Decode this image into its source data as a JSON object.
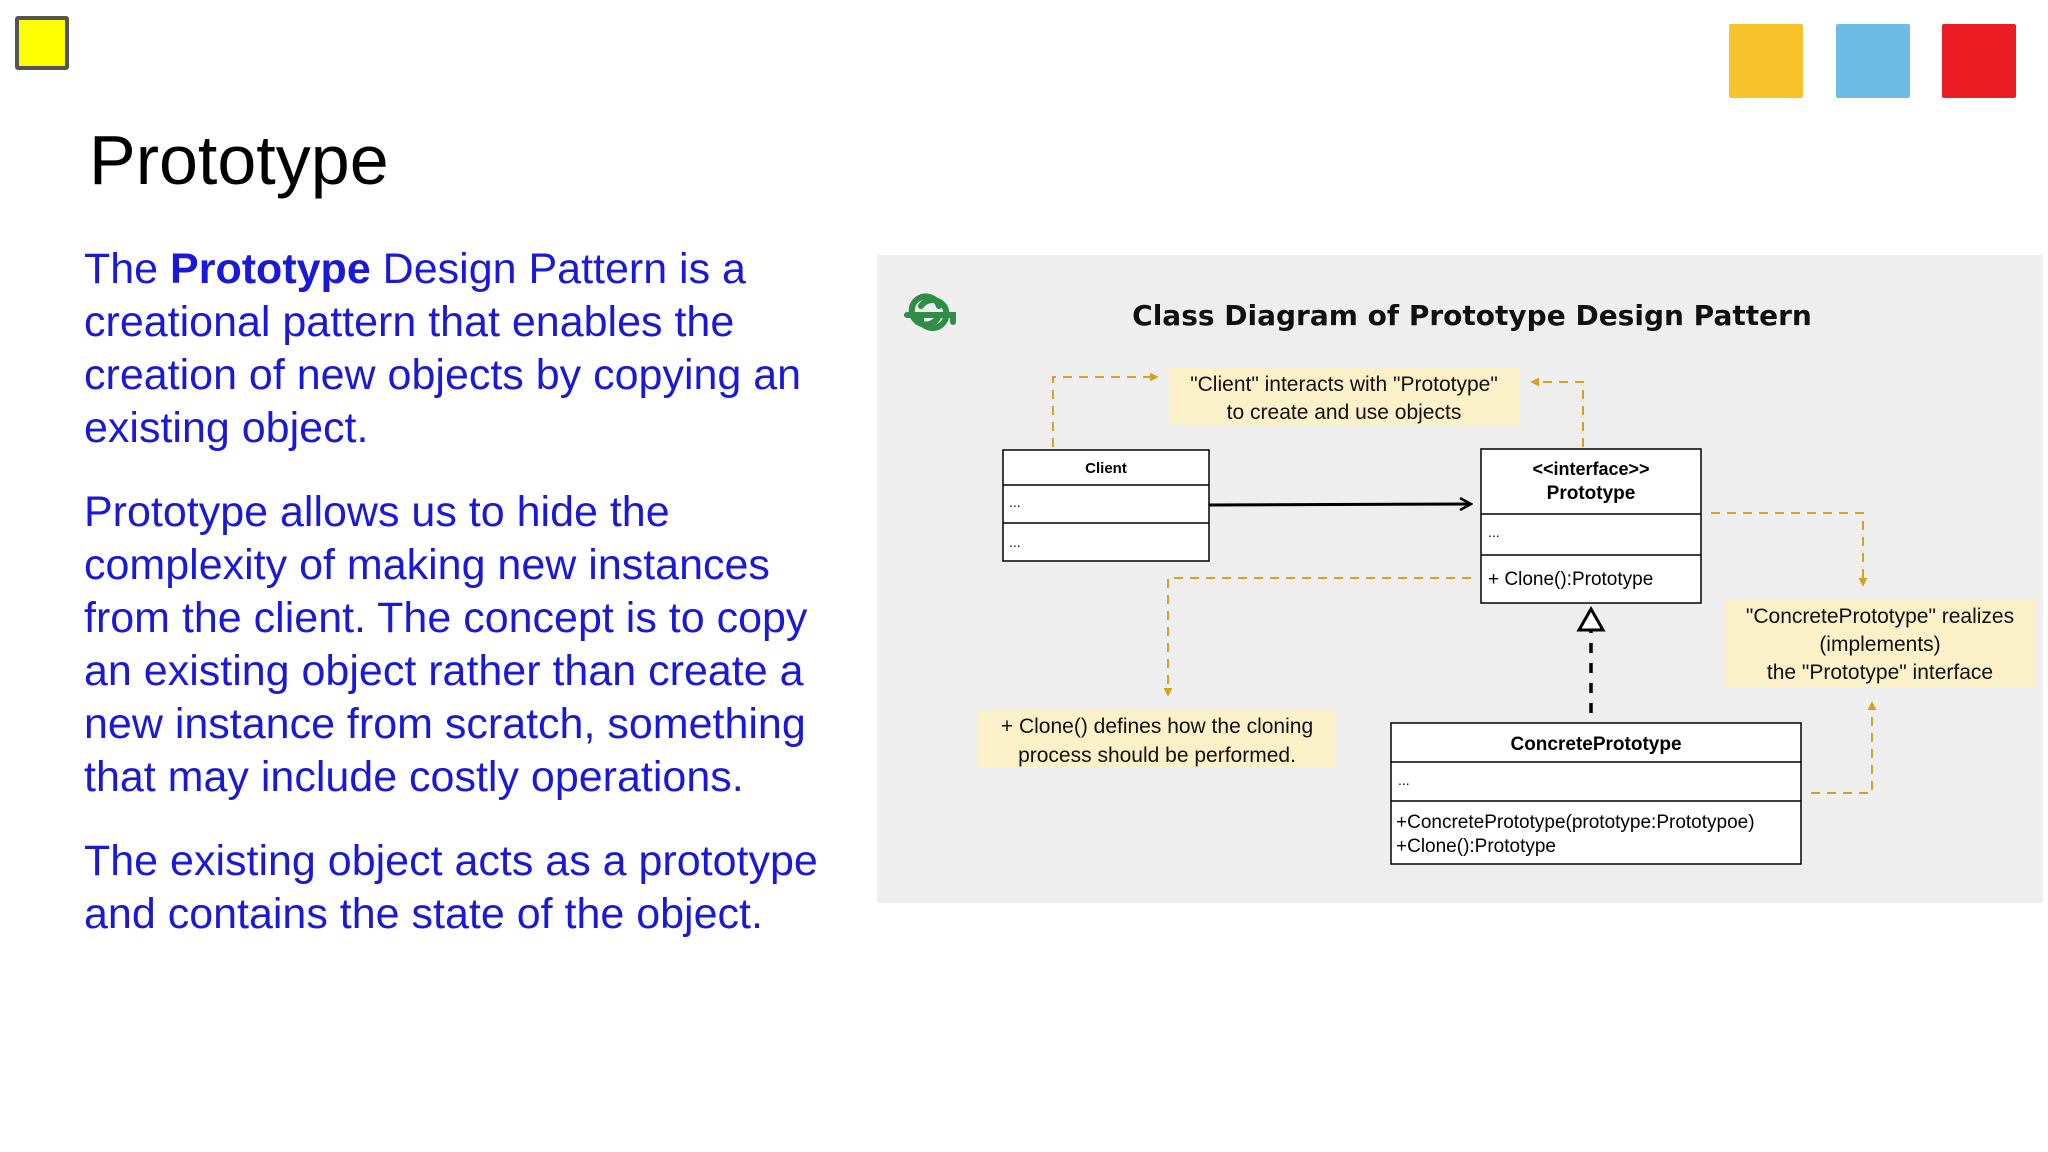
{
  "slide": {
    "title": "Prototype",
    "accent_colors": [
      "#ffff00",
      "#f8c22b",
      "#6cbce4",
      "#ec1c24"
    ],
    "paragraphs": [
      {
        "before": "The ",
        "bold": "Prototype",
        "after": " Design Pattern is a creational pattern that enables the creation of new objects by copying an existing object."
      },
      {
        "text": "Prototype allows us to hide the complexity of making new instances from the client. The concept is to copy an existing object rather than create a new instance from scratch, something that may include costly operations."
      },
      {
        "text": "The existing object acts as a prototype and contains the state of the object."
      }
    ],
    "text_color": "#1a1ad6"
  },
  "diagram": {
    "logo": "GfG-logo",
    "title": "Class Diagram of Prototype Design Pattern",
    "client": {
      "name": "Client",
      "attrs": "...",
      "methods": "..."
    },
    "prototype": {
      "stereotype": "<<interface>>",
      "name": "Prototype",
      "attrs": "...",
      "method": "+ Clone():Prototype"
    },
    "concrete": {
      "name": "ConcretePrototype",
      "attrs": "...",
      "method1": "+ConcretePrototype(prototype:Prototypoe)",
      "method2": "+Clone():Prototype"
    },
    "notes": {
      "client_line1": "\"Client\" interacts with \"Prototype\"",
      "client_line2": "to create and use objects",
      "clone_line1": "+ Clone() defines how the cloning",
      "clone_line2": "process should be performed.",
      "realize_line1": "\"ConcretePrototype\" realizes",
      "realize_line2": "(implements)",
      "realize_line3": "the \"Prototype\" interface"
    },
    "note_bg": "#fbf1c8",
    "dash_color": "#d4a21c"
  }
}
